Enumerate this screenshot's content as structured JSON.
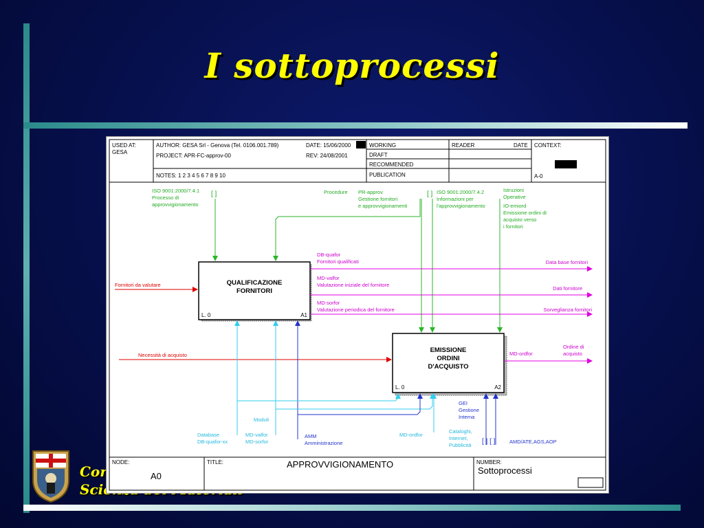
{
  "slide": {
    "title": "I sottoprocessi",
    "footer_line1": "Cors",
    "footer_line2": "Scienza dei Materiali"
  },
  "colors": {
    "title": "#ffff00",
    "background": "#060f4a",
    "accent_bar": "#2a8a8a",
    "control_arrow": "#2bb52b",
    "output_arrow": "#e000e0",
    "input_arrow": "#e00000",
    "mechanism_cyan": "#33ccee",
    "mechanism_blue": "#2233cc"
  },
  "header": {
    "used_at": "USED AT:",
    "used_at_value": "GESA",
    "author": "AUTHOR:  GESA Srl - Genova (Tel. 0106.001.789)",
    "date": "DATE:  15/06/2000",
    "project": "PROJECT:  APR-FC-approv-00",
    "rev": "REV:    24/08/2001",
    "notes": "NOTES:  1  2  3  4  5  6  7  8  9  10",
    "status": [
      "WORKING",
      "DRAFT",
      "RECOMMENDED",
      "PUBLICATION"
    ],
    "reader": "READER",
    "reader_date": "DATE",
    "context": "CONTEXT:",
    "context_value": "A-0"
  },
  "boxes": {
    "a1_line1": "QUALIFICAZIONE",
    "a1_line2": "FORNITORI",
    "a1_level": "L. 0",
    "a1_id": "A1",
    "a2_line1": "EMISSIONE",
    "a2_line2": "ORDINI",
    "a2_line3": "D'ACQUISTO",
    "a2_level": "L. 0",
    "a2_id": "A2"
  },
  "controls": {
    "iso741_l1": "ISO 9001:2000/7.4.1",
    "iso741_l2": "Processo di",
    "iso741_l3": "approvvigionamento",
    "bracket": "[ ]",
    "procedure": "Procedure",
    "pr_l1": "PR-approv",
    "pr_l2": "Gestione fornitori",
    "pr_l3": "e approvvigionamenti",
    "iso742_l1": "ISO 9001:2000/7.4.2",
    "iso742_l2": "Informazioni per",
    "iso742_l3": "l'approvvigionamento",
    "istr_l1": "Istruzioni",
    "istr_l2": "Operative",
    "io_l1": "IO-emiord",
    "io_l2": "Emissione ordini di",
    "io_l3": "acquisto verso",
    "io_l4": "i fornitori"
  },
  "outputs": {
    "dbq_l1": "DB-quafor",
    "dbq_l2": "Fornitori qualificati",
    "val_l1": "MD-valfor",
    "val_l2": "Valutazione iniziale del fornitore",
    "sor_l1": "MD-sorfor",
    "sor_l2": "Valutazione periodica del fornitore",
    "data_base": "Data base fornitori",
    "dati": "Dati fornitore",
    "sorveglianza": "Sorveglianza fornitori",
    "ordfor": "MD-ordfor",
    "ordine_l1": "Ordine di",
    "ordine_l2": "acquisto"
  },
  "inputs": {
    "fornitori": "Fornitori da valutare",
    "necessita": "Necessità di acquisto"
  },
  "mechanisms": {
    "moduli": "Moduli",
    "db_l1": "Database",
    "db_l2": "DB-quafor-xx",
    "md_l1": "MD-valfor",
    "md_l2": "MD-sorfor",
    "amm_l1": "AMM",
    "amm_l2": "Amministrazione",
    "mdord": "MD-ordfor",
    "gei_l1": "GEI",
    "gei_l2": "Gestione",
    "gei_l3": "Interna",
    "cat_l1": "Cataloghi,",
    "cat_l2": "Internet,",
    "cat_l3": "Pubblicità",
    "brackets2": "[ ] [ ]",
    "amd": "AMD/ATE,AGS,AOP"
  },
  "footer": {
    "node": "NODE:",
    "node_value": "A0",
    "title": "TITLE:",
    "title_value": "APPROVVIGIONAMENTO",
    "number": "NUMBER:",
    "number_value": "Sottoprocessi"
  }
}
